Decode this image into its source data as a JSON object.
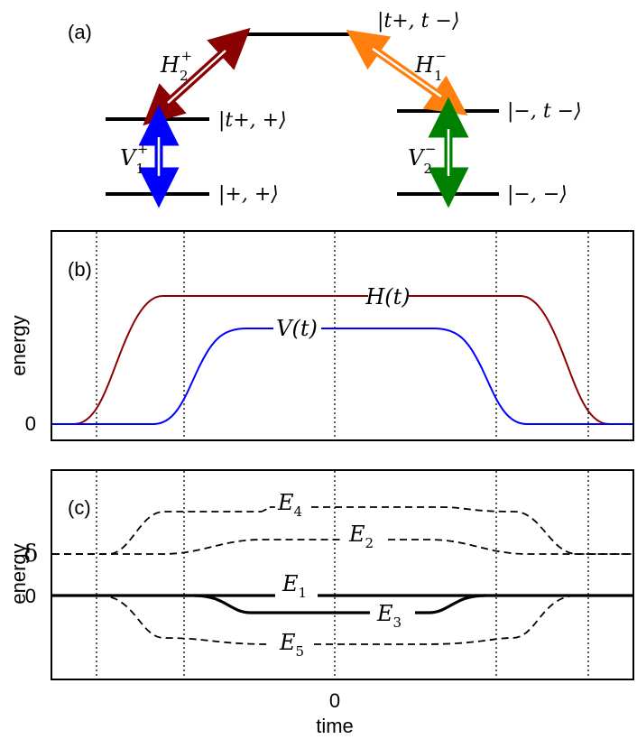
{
  "panel_a": {
    "label": "(a)",
    "states": {
      "top": "|t+, t −⟩",
      "left_upper": "|t+, +⟩",
      "left_lower": "|+, +⟩",
      "right_upper": "|−, t −⟩",
      "right_lower": "|−, −⟩"
    },
    "couplings": {
      "H2": {
        "base": "H",
        "sub": "2",
        "sup": "+"
      },
      "H1": {
        "base": "H",
        "sub": "1",
        "sup": "−"
      },
      "V1": {
        "base": "V",
        "sub": "1",
        "sup": "+"
      },
      "V2": {
        "base": "V",
        "sub": "2",
        "sup": "−"
      }
    },
    "colors": {
      "H2": "#8b0000",
      "H1": "#ff7f0e",
      "V1": "#0000ff",
      "V2": "#008000"
    }
  },
  "panel_b": {
    "label": "(b)",
    "ylabel": "energy",
    "ytick": "0",
    "curve_labels": {
      "H": "H(t)",
      "V": "V(t)"
    },
    "colors": {
      "H": "#8b0000",
      "V": "#0000ff"
    }
  },
  "panel_c": {
    "label": "(c)",
    "ylabel": "energy",
    "yticks": {
      "delta": "δ",
      "zero": "0"
    },
    "xtick": "0",
    "xlabel": "time",
    "curve_labels": {
      "E1": {
        "base": "E",
        "sub": "1"
      },
      "E2": {
        "base": "E",
        "sub": "2"
      },
      "E3": {
        "base": "E",
        "sub": "3"
      },
      "E4": {
        "base": "E",
        "sub": "4"
      },
      "E5": {
        "base": "E",
        "sub": "5"
      }
    }
  }
}
